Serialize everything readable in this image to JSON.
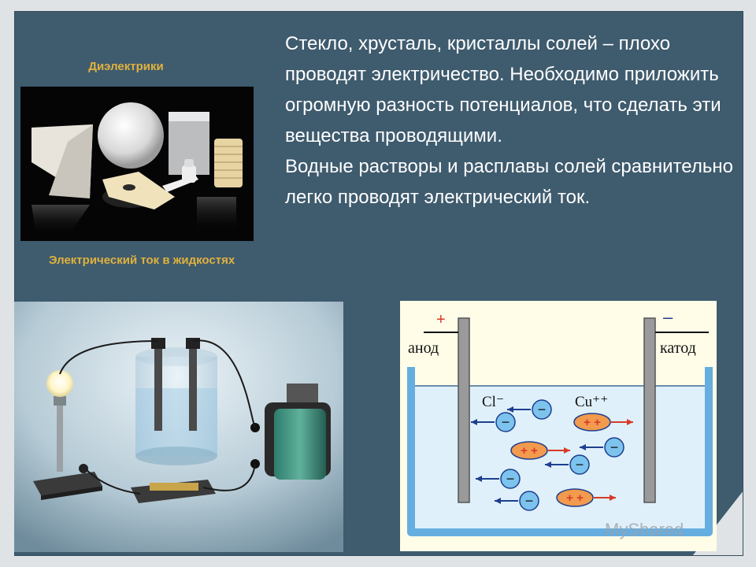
{
  "labels": {
    "dielectrics": "Диэлектрики",
    "current_in_liquids": "Электрический ток в жидкостях"
  },
  "main_text": {
    "paragraph1": "Стекло, хрусталь, кристаллы солей – плохо проводят электричество. Необходимо приложить огромную разность потенциалов, что сделать эти вещества проводящими.",
    "paragraph2": "Водные растворы и расплавы солей сравнительно легко проводят электрический ток."
  },
  "diagram": {
    "anode_label": "анод",
    "cathode_label": "катод",
    "plus_sign": "+",
    "minus_sign": "–",
    "chloride_label": "Cl⁻",
    "copper_label": "Cu⁺⁺",
    "cation_charge": "+ +",
    "anion_charge": "−"
  },
  "watermark": "MyShared",
  "colors": {
    "panel": "#3f5b6e",
    "label_gold": "#e0b23e",
    "text": "#ffffff",
    "electrolyte": "#dff0fb",
    "vessel": "#66aee0",
    "electrode": "#9a9a9a",
    "anion": "#7cc3ee",
    "cation": "#f29a4d"
  }
}
